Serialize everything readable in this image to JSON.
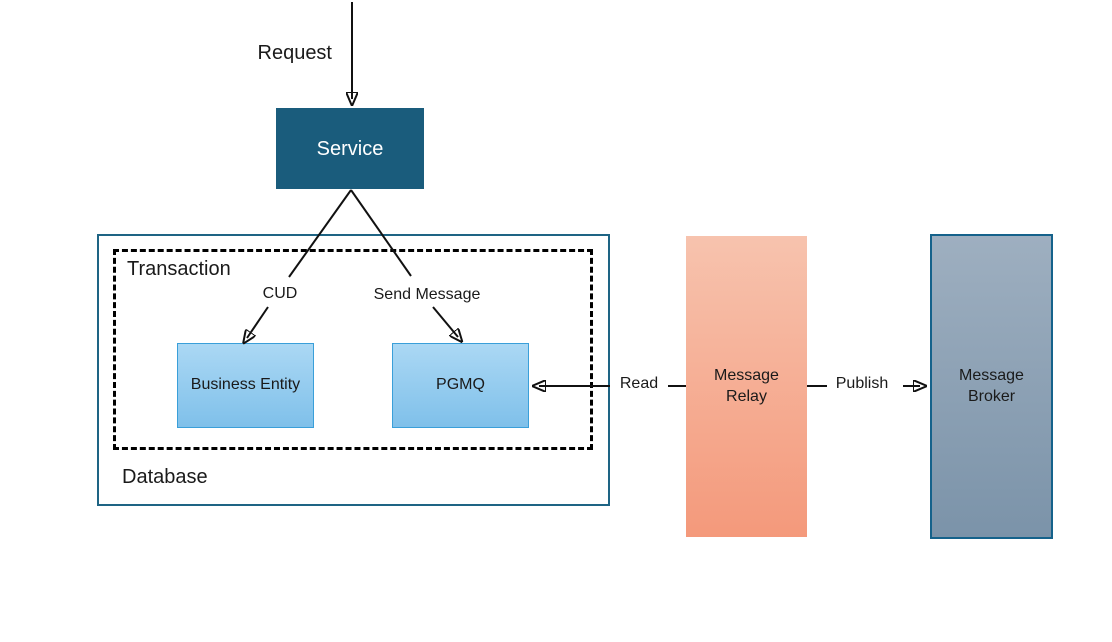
{
  "nodes": {
    "service": {
      "label": "Service",
      "fill": "#1A5C7C",
      "text_color": "#FFFFFF"
    },
    "transaction": {
      "label": "Transaction",
      "border_color": "#000000",
      "border_style": "dashed"
    },
    "database": {
      "label": "Database",
      "border_color": "#1E6484"
    },
    "business_entity": {
      "label": "Business Entity",
      "fill_top": "#ABD8F4",
      "fill_bottom": "#7FC0EA",
      "border_color": "#3A9FD9"
    },
    "pgmq": {
      "label": "PGMQ",
      "fill_top": "#ABD8F4",
      "fill_bottom": "#7FC0EA",
      "border_color": "#3A9FD9"
    },
    "message_relay": {
      "label": "Message Relay",
      "fill_top": "#F7C3AE",
      "fill_bottom": "#F4997B"
    },
    "message_broker": {
      "label": "Message Broker",
      "fill_top": "#9EAFC0",
      "fill_bottom": "#7B93A9",
      "border_color": "#15628B"
    }
  },
  "edges": {
    "request": {
      "label": "Request",
      "from": "external",
      "to": "Service"
    },
    "cud": {
      "label": "CUD",
      "from": "Service",
      "to": "Business Entity"
    },
    "send_message": {
      "label": "Send Message",
      "from": "Service",
      "to": "PGMQ"
    },
    "read": {
      "label": "Read",
      "from": "Message Relay",
      "to": "PGMQ"
    },
    "publish": {
      "label": "Publish",
      "from": "Message Relay",
      "to": "Message Broker"
    }
  },
  "colors": {
    "background": "#FFFFFF",
    "connector": "#111111",
    "text": "#1A1A1A"
  }
}
